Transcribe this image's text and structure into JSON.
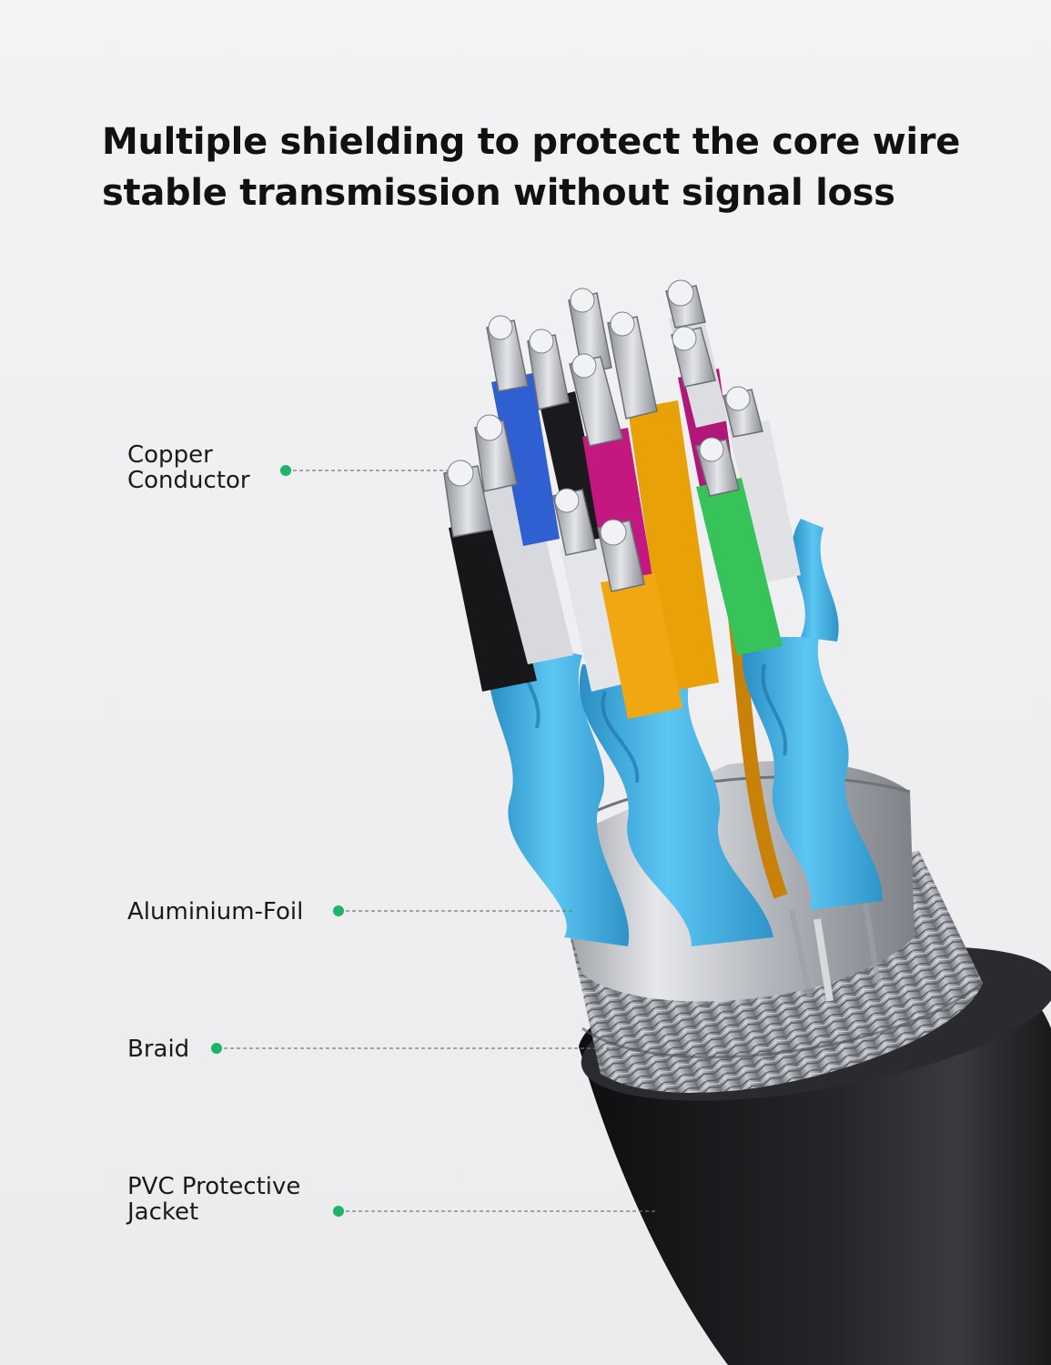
{
  "headline": {
    "line1": "Multiple shielding to protect the core wire",
    "line2": "stable transmission without signal loss"
  },
  "callouts": [
    {
      "lines": [
        "Copper",
        "Conductor"
      ]
    },
    {
      "lines": [
        "Aluminium-Foil"
      ]
    },
    {
      "lines": [
        "Braid"
      ]
    },
    {
      "lines": [
        "PVC Protective",
        "Jacket"
      ]
    }
  ],
  "colors": {
    "marker": "#1db46a",
    "jacket": "#1c1c1e",
    "foil": "#c9ccd2",
    "insulation_blue": "#41b2e6"
  },
  "icons": {
    "marker": "green-dot-icon",
    "leader": "dashed-leader-line"
  }
}
